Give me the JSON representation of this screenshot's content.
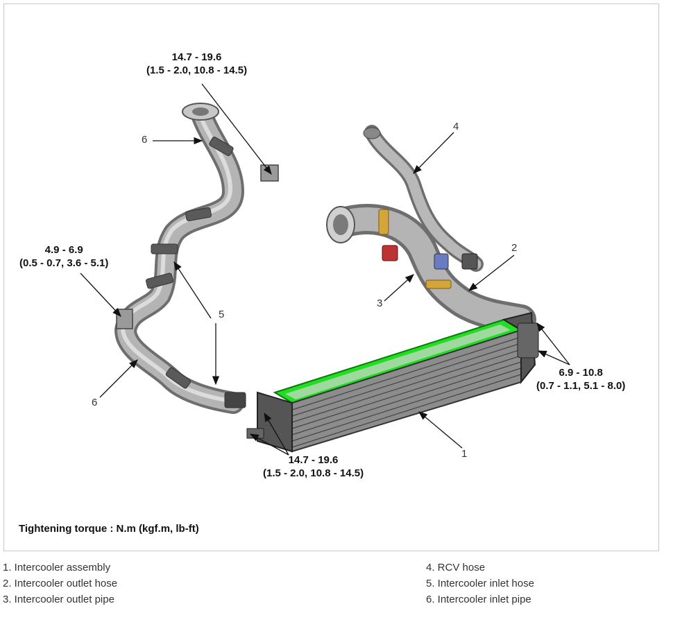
{
  "callouts": {
    "top": {
      "line1": "14.7 - 19.6",
      "line2": "(1.5 - 2.0, 10.8 - 14.5)"
    },
    "left": {
      "line1": "4.9 - 6.9",
      "line2": "(0.5 - 0.7, 3.6 - 5.1)"
    },
    "right": {
      "line1": "6.9 - 10.8",
      "line2": "(0.7 - 1.1, 5.1 - 8.0)"
    },
    "bottom": {
      "line1": "14.7 - 19.6",
      "line2": "(1.5 - 2.0, 10.8 - 14.5)"
    }
  },
  "part_numbers": {
    "n6_top": "6",
    "n4": "4",
    "n2": "2",
    "n3": "3",
    "n5": "5",
    "n6_bottom": "6",
    "n1": "1"
  },
  "torque_note": "Tightening torque : N.m (kgf.m, lb-ft)",
  "legend": {
    "left": [
      "1. Intercooler assembly",
      "2. Intercooler outlet hose",
      "3. Intercooler outlet pipe"
    ],
    "right": [
      "4. RCV hose",
      "5. Intercooler inlet hose",
      "6. Intercooler inlet pipe"
    ]
  },
  "colors": {
    "pipe": "#a8a8a8",
    "pipe_dark": "#6e6e6e",
    "core_highlight": "#22dd22",
    "core_fins": "#8c8c8c",
    "clamp": "#d4a53a"
  }
}
